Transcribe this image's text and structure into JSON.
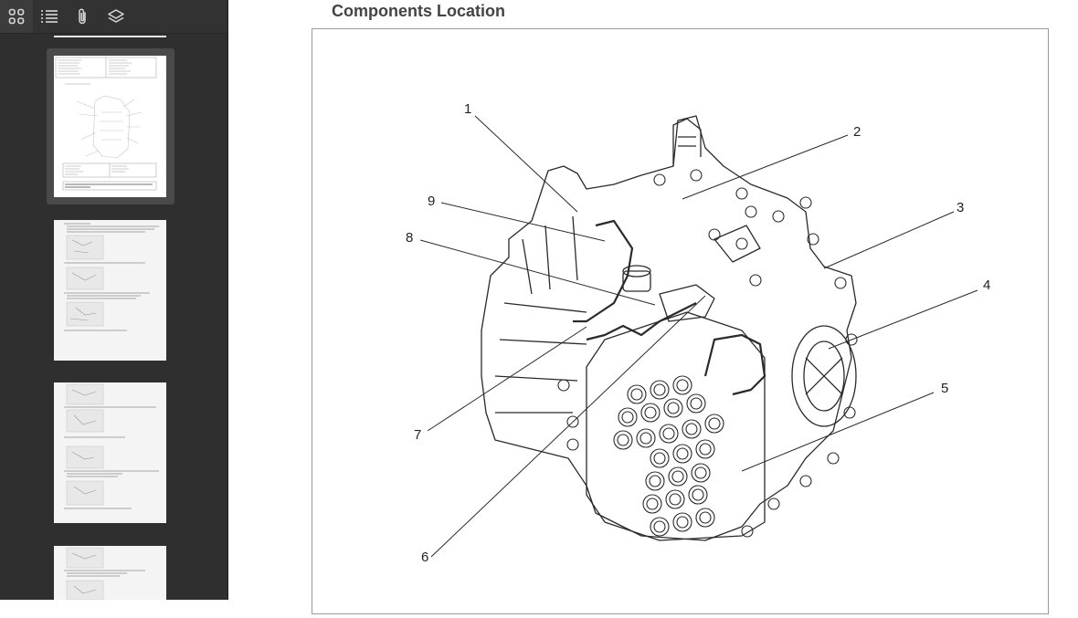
{
  "toolbar": {
    "tabs": [
      {
        "name": "thumbnails",
        "icon": "grid-icon",
        "active": true
      },
      {
        "name": "outline",
        "icon": "list-icon",
        "active": false
      },
      {
        "name": "attachments",
        "icon": "paperclip-icon",
        "active": false
      },
      {
        "name": "layers",
        "icon": "layers-icon",
        "active": false
      }
    ]
  },
  "thumbnails": {
    "selected_index": 0,
    "count_visible": 4
  },
  "document": {
    "section_title": "Components Location",
    "callouts": [
      "1",
      "2",
      "3",
      "4",
      "5",
      "6",
      "7",
      "8",
      "9"
    ]
  },
  "colors": {
    "sidebar_bg": "#2f2f2f",
    "thumb_selected_bg": "#4a4a4a",
    "icon": "#d8d8d8",
    "title": "#444444"
  }
}
